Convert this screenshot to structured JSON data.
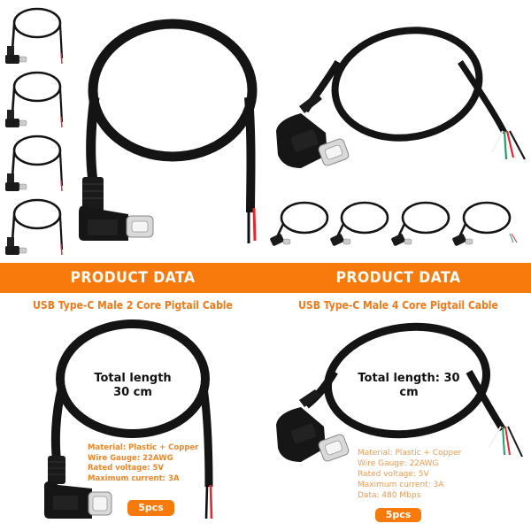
{
  "panels": {
    "left": {
      "banner_title": "PRODUCT DATA",
      "subtitle": "USB Type-C Male 2 Core Pigtail Cable",
      "length_line1": "Total length",
      "length_line2": "30 cm",
      "specs": [
        "Material: Plastic + Copper",
        "Wire Gauge: 22AWG",
        "Rated voltage: 5V",
        "Maximum current: 3A"
      ],
      "quantity_badge": "5pcs",
      "wire_colors": [
        "#E5282E",
        "#1A1A1A"
      ]
    },
    "right": {
      "banner_title": "PRODUCT DATA",
      "subtitle": "USB Type-C Male 4 Core Pigtail Cable",
      "length_label": "Total length: 30 cm",
      "specs": [
        "Material: Plastic + Copper",
        "Wire Gauge: 22AWG",
        "Rated voltage: 5V",
        "Maximum current: 3A",
        "Data: 480 Mbps"
      ],
      "quantity_badge": "5pcs",
      "wire_colors": [
        "#F2F2F2",
        "#1FA06A",
        "#E5282E",
        "#1A1A1A"
      ]
    }
  },
  "colors": {
    "accent_orange": "#F97A0C",
    "spec_text": "#F0862A",
    "cable_black": "#141414"
  }
}
